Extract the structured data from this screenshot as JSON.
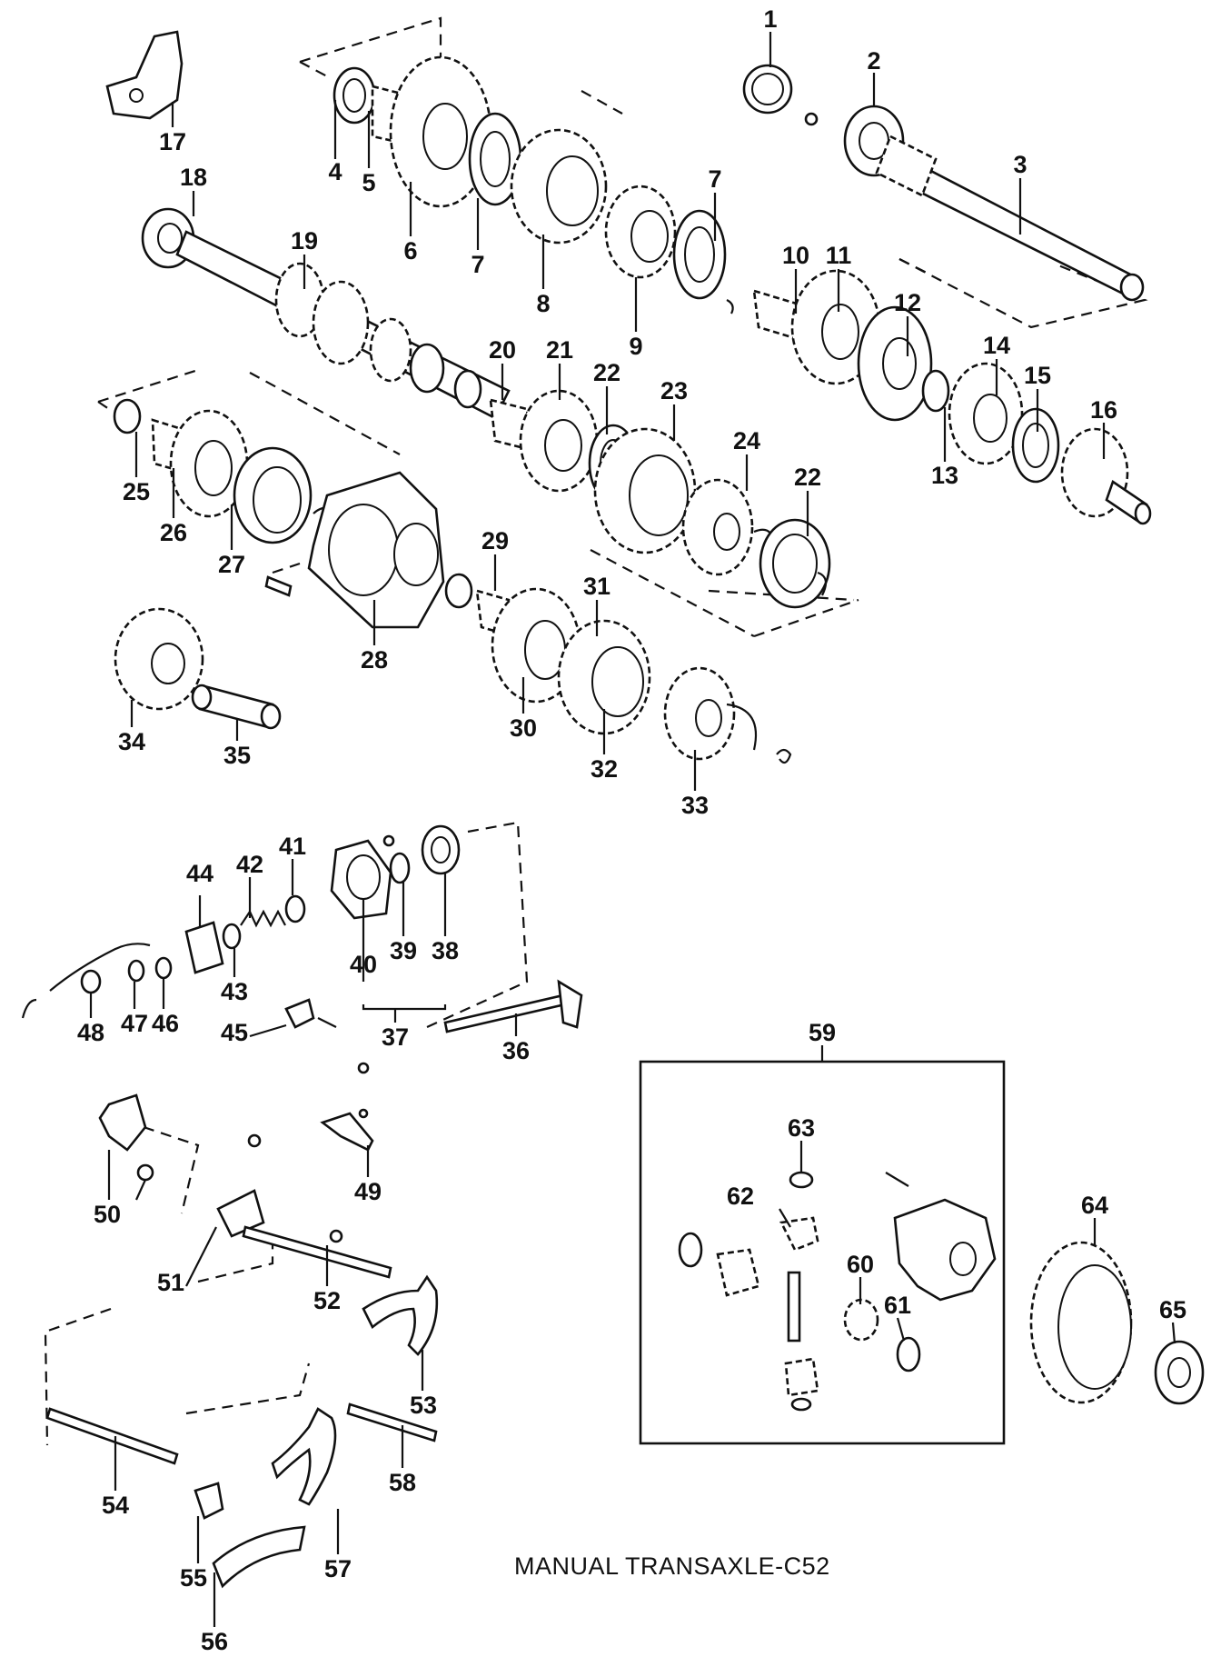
{
  "caption": "MANUAL TRANSAXLE-C52",
  "callouts": [
    "1",
    "2",
    "3",
    "4",
    "5",
    "6",
    "7",
    "7",
    "8",
    "9",
    "10",
    "11",
    "12",
    "13",
    "14",
    "15",
    "16",
    "17",
    "18",
    "19",
    "20",
    "21",
    "22",
    "22",
    "23",
    "24",
    "25",
    "26",
    "27",
    "28",
    "29",
    "30",
    "31",
    "32",
    "33",
    "34",
    "35",
    "36",
    "37",
    "38",
    "39",
    "40",
    "41",
    "42",
    "43",
    "44",
    "45",
    "46",
    "47",
    "48",
    "49",
    "50",
    "51",
    "52",
    "53",
    "54",
    "55",
    "56",
    "57",
    "58",
    "59",
    "60",
    "61",
    "62",
    "63",
    "64",
    "65"
  ]
}
